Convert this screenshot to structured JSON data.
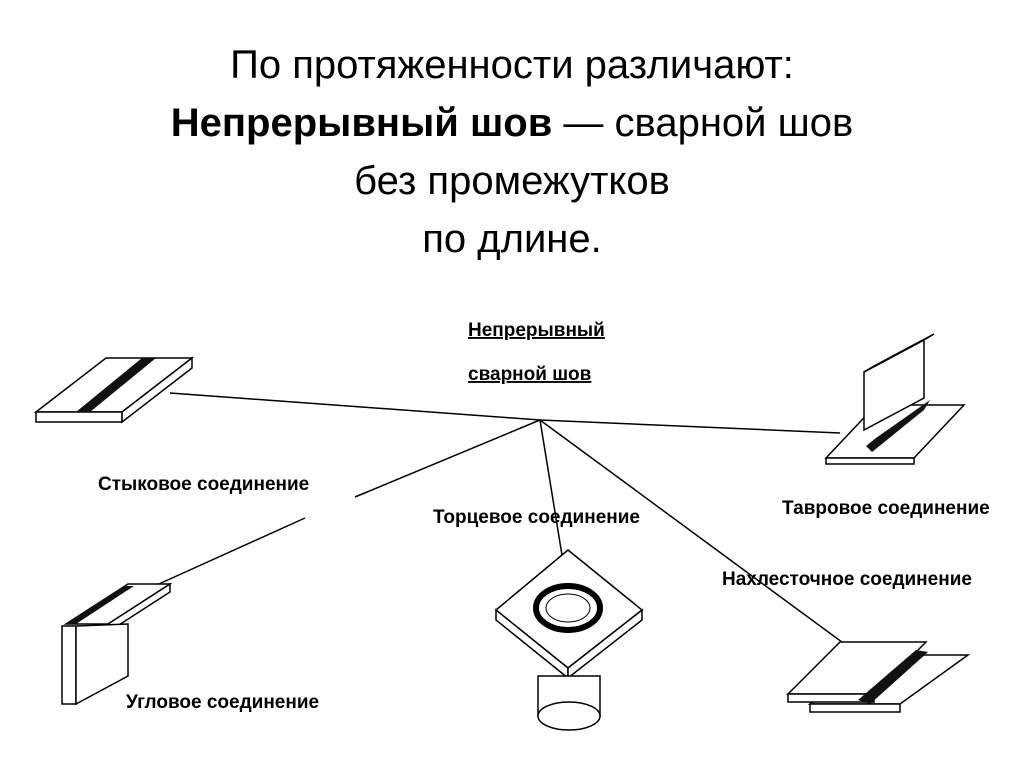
{
  "title": {
    "line1": "По протяженности различают:",
    "bold_term": "Непрерывный шов",
    "line2_rest": " — сварной шов",
    "line3": "без промежутков",
    "line4": "по длине."
  },
  "diagram": {
    "center_label_line1": "Непрерывный",
    "center_label_line2": "сварной шов",
    "joints": {
      "butt": "Стыковое соединение",
      "corner": "Угловое соединение",
      "end": "Торцевое соединение",
      "tee": "Тавровое соединение",
      "lap": "Нахлесточное соединение"
    }
  }
}
